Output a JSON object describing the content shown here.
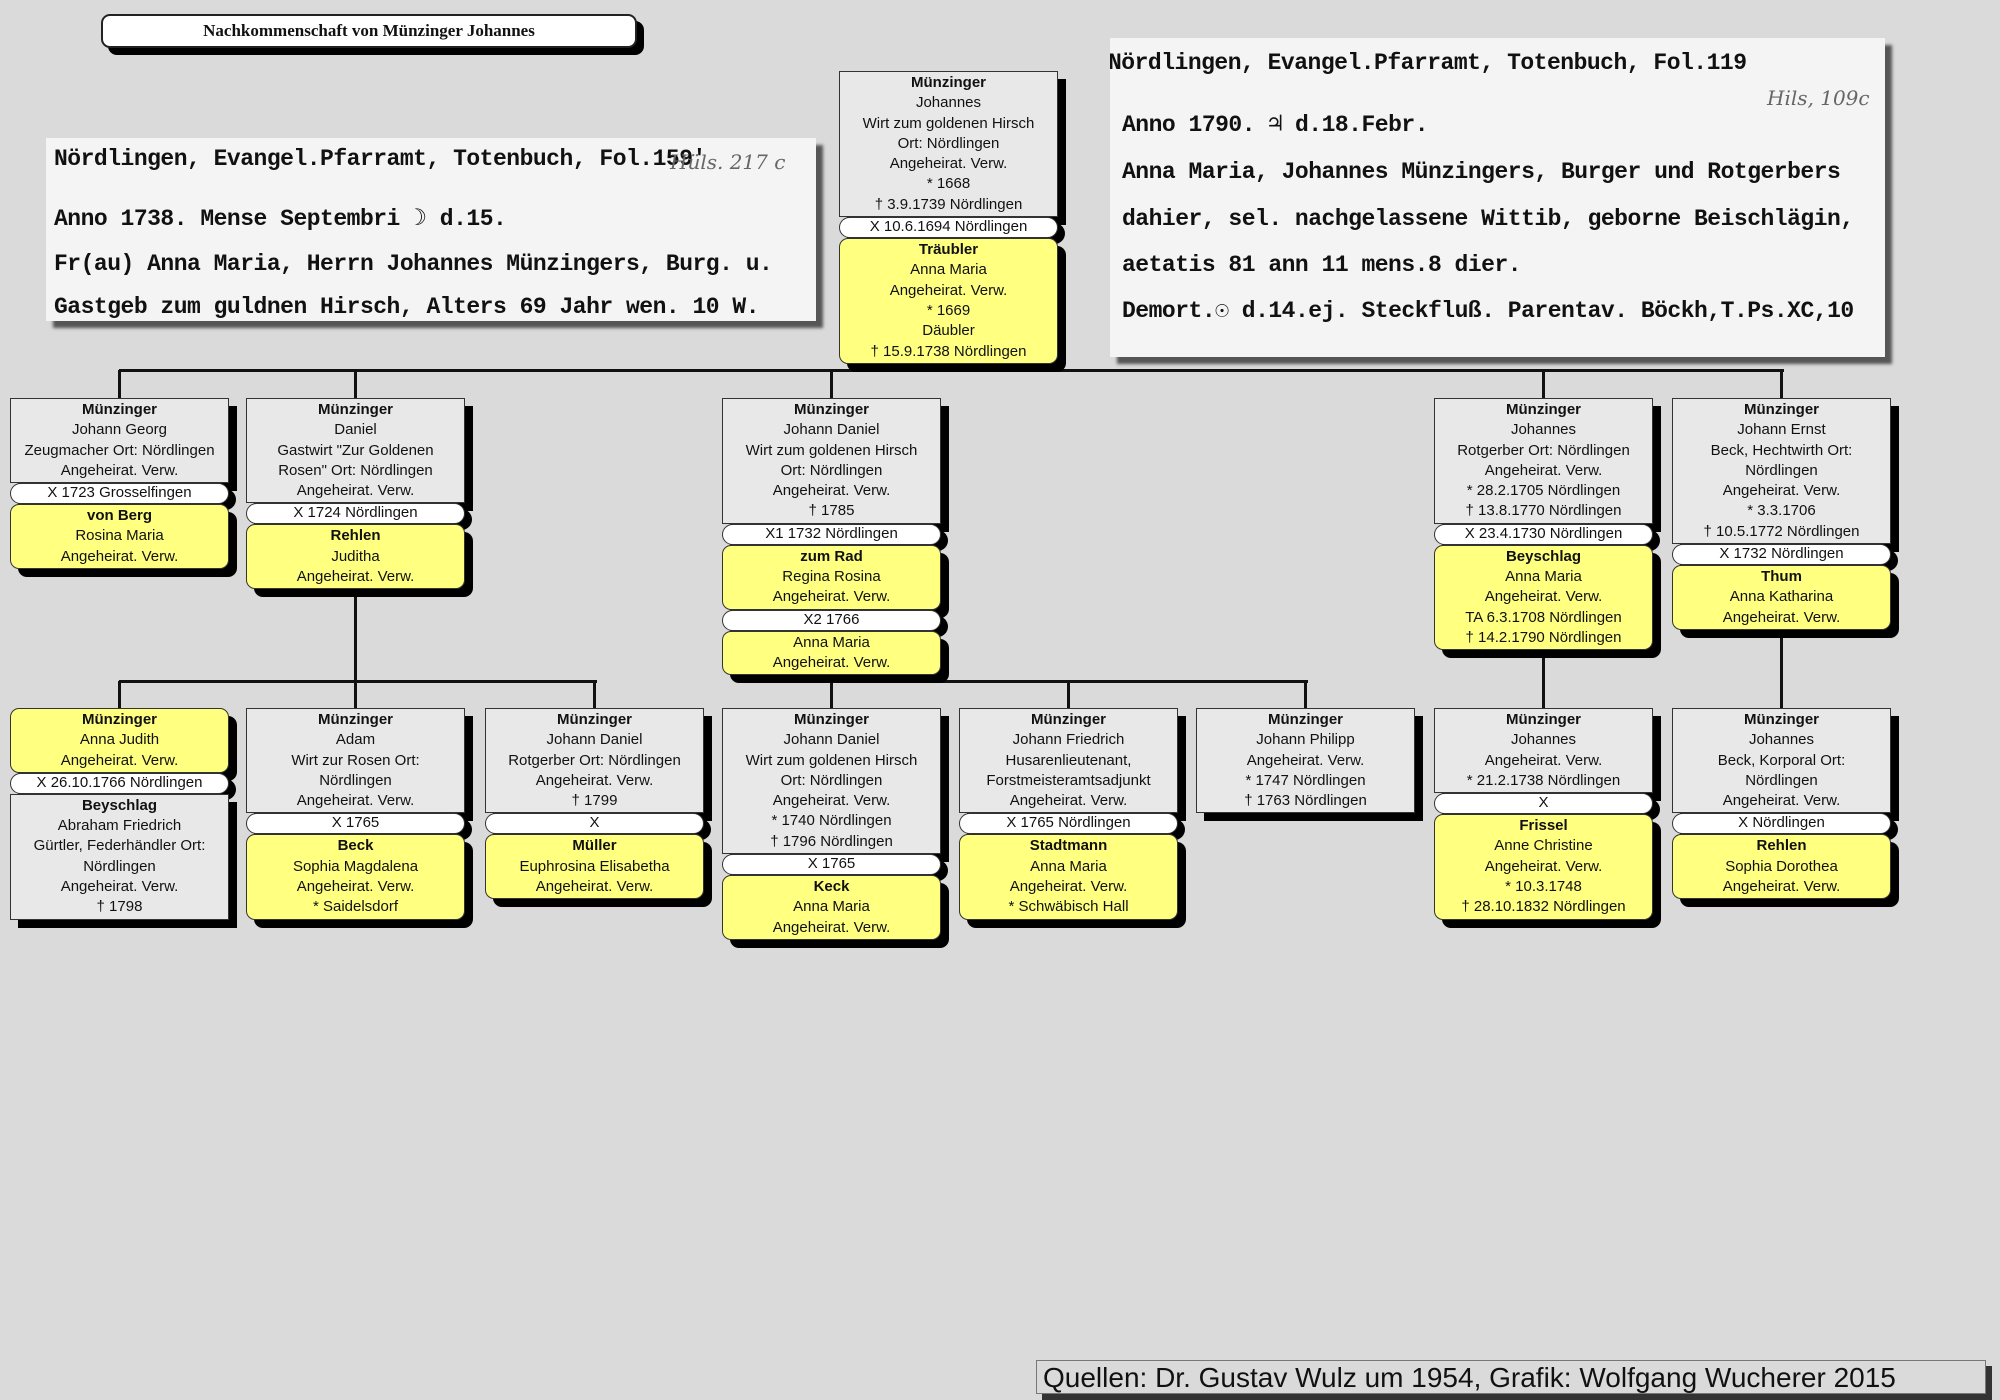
{
  "title": "Nachkommenschaft von Münzinger Johannes",
  "documents": [
    {
      "lines": [
        "Nördlingen, Evangel.Pfarramt, Totenbuch, Fol.159'",
        "Anno 1738. Mense Septembri ☽ d.15.",
        "Fr(au) Anna Maria, Herrn Johannes Münzingers, Burg. u.",
        "Gastgeb zum guldnen Hirsch, Alters 69 Jahr wen. 10 W."
      ],
      "handwritten_note": "Hüls. 217 c"
    },
    {
      "lines": [
        "Nördlingen, Evangel.Pfarramt, Totenbuch, Fol.119",
        "Anno 1790. ♃ d.18.Febr.",
        "Anna Maria, Johannes Münzingers, Burger und Rotgerbers",
        "dahier, sel. nachgelassene Wittib, geborne Beischlägin,",
        "aetatis 81 ann 11 mens.8 dier.",
        "Demort.☉ d.14.ej. Steckfluß. Parentav. Böckh,T.Ps.XC,10"
      ],
      "handwritten_note": "Hils, 109c"
    }
  ],
  "colors": {
    "male_box": "#e8e8e8",
    "female_box": "#ffff80",
    "marriage_pill": "#ffffff",
    "background": "#dadada"
  },
  "tree": {
    "root": {
      "sex": "m",
      "surname": "Münzinger",
      "lines": [
        "Johannes",
        "Wirt zum goldenen Hirsch",
        "Ort: Nördlingen",
        "Angeheirat. Verw.",
        "* 1668",
        "† 3.9.1739 Nördlingen"
      ],
      "marriages": [
        {
          "label": "X 10.6.1694 Nördlingen",
          "spouse": {
            "sex": "f",
            "surname": "Träubler",
            "lines": [
              "Anna Maria",
              "Angeheirat. Verw.",
              "* 1669",
              "Däubler",
              "† 15.9.1738 Nördlingen"
            ]
          }
        }
      ]
    },
    "children": [
      {
        "sex": "m",
        "surname": "Münzinger",
        "lines": [
          "Johann Georg",
          "Zeugmacher Ort: Nördlingen",
          "Angeheirat. Verw."
        ],
        "marriages": [
          {
            "label": "X 1723 Grosselfingen",
            "spouse": {
              "sex": "f",
              "surname": "von Berg",
              "lines": [
                "Rosina Maria",
                "Angeheirat. Verw."
              ]
            }
          }
        ]
      },
      {
        "sex": "m",
        "surname": "Münzinger",
        "lines": [
          "Daniel",
          "Gastwirt  \"Zur Goldenen",
          "Rosen\" Ort: Nördlingen",
          "Angeheirat. Verw."
        ],
        "marriages": [
          {
            "label": "X 1724 Nördlingen",
            "spouse": {
              "sex": "f",
              "surname": "Rehlen",
              "lines": [
                "Juditha",
                "Angeheirat. Verw."
              ]
            }
          }
        ]
      },
      {
        "sex": "m",
        "surname": "Münzinger",
        "lines": [
          "Johann Daniel",
          "Wirt zum goldenen Hirsch",
          "Ort: Nördlingen",
          "Angeheirat. Verw.",
          "† 1785"
        ],
        "marriages": [
          {
            "label": "X1 1732 Nördlingen",
            "spouse": {
              "sex": "f",
              "surname": "zum Rad",
              "lines": [
                "Regina Rosina",
                "Angeheirat. Verw."
              ]
            }
          },
          {
            "label": "X2 1766",
            "spouse": {
              "sex": "f",
              "surname": "",
              "lines": [
                "Anna Maria",
                "Angeheirat. Verw."
              ]
            }
          }
        ]
      },
      {
        "sex": "m",
        "surname": "Münzinger",
        "lines": [
          "Johannes",
          "Rotgerber Ort: Nördlingen",
          "Angeheirat. Verw.",
          "* 28.2.1705 Nördlingen",
          "† 13.8.1770 Nördlingen"
        ],
        "marriages": [
          {
            "label": "X 23.4.1730 Nördlingen",
            "spouse": {
              "sex": "f",
              "surname": "Beyschlag",
              "lines": [
                "Anna Maria",
                "Angeheirat. Verw.",
                "TA 6.3.1708 Nördlingen",
                "† 14.2.1790 Nördlingen"
              ]
            }
          }
        ]
      },
      {
        "sex": "m",
        "surname": "Münzinger",
        "lines": [
          "Johann Ernst",
          "Beck, Hechtwirth Ort:",
          "Nördlingen",
          "Angeheirat. Verw.",
          "* 3.3.1706",
          "† 10.5.1772 Nördlingen"
        ],
        "marriages": [
          {
            "label": "X 1732 Nördlingen",
            "spouse": {
              "sex": "f",
              "surname": "Thum",
              "lines": [
                "Anna Katharina",
                "Angeheirat. Verw."
              ]
            }
          }
        ]
      }
    ],
    "grandchildren": [
      {
        "sex": "f",
        "surname": "Münzinger",
        "lines": [
          "Anna Judith",
          "Angeheirat. Verw."
        ],
        "marriages": [
          {
            "label": "X 26.10.1766 Nördlingen",
            "spouse": {
              "sex": "m",
              "surname": "Beyschlag",
              "lines": [
                "Abraham Friedrich",
                "Gürtler, Federhändler Ort:",
                "Nördlingen",
                "Angeheirat. Verw.",
                "† 1798"
              ]
            }
          }
        ]
      },
      {
        "sex": "m",
        "surname": "Münzinger",
        "lines": [
          "Adam",
          "Wirt zur Rosen Ort:",
          "Nördlingen",
          "Angeheirat. Verw."
        ],
        "marriages": [
          {
            "label": "X 1765",
            "spouse": {
              "sex": "f",
              "surname": "Beck",
              "lines": [
                "Sophia Magdalena",
                "Angeheirat. Verw.",
                "*  Saidelsdorf"
              ]
            }
          }
        ]
      },
      {
        "sex": "m",
        "surname": "Münzinger",
        "lines": [
          "Johann Daniel",
          "Rotgerber Ort: Nördlingen",
          "Angeheirat. Verw.",
          "† 1799"
        ],
        "marriages": [
          {
            "label": "X",
            "spouse": {
              "sex": "f",
              "surname": "Müller",
              "lines": [
                "Euphrosina Elisabetha",
                "Angeheirat. Verw."
              ]
            }
          }
        ]
      },
      {
        "sex": "m",
        "surname": "Münzinger",
        "lines": [
          "Johann Daniel",
          "Wirt zum goldenen Hirsch",
          "Ort: Nördlingen",
          "Angeheirat. Verw.",
          "* 1740 Nördlingen",
          "† 1796 Nördlingen"
        ],
        "marriages": [
          {
            "label": "X 1765",
            "spouse": {
              "sex": "f",
              "surname": "Keck",
              "lines": [
                "Anna Maria",
                "Angeheirat. Verw."
              ]
            }
          }
        ]
      },
      {
        "sex": "m",
        "surname": "Münzinger",
        "lines": [
          "Johann Friedrich",
          "Husarenlieutenant,",
          "Forstmeisteramtsadjunkt",
          "Angeheirat. Verw."
        ],
        "marriages": [
          {
            "label": "X 1765 Nördlingen",
            "spouse": {
              "sex": "f",
              "surname": "Stadtmann",
              "lines": [
                "Anna Maria",
                "Angeheirat. Verw.",
                "*  Schwäbisch Hall"
              ]
            }
          }
        ]
      },
      {
        "sex": "m",
        "surname": "Münzinger",
        "lines": [
          "Johann Philipp",
          "Angeheirat. Verw.",
          "* 1747 Nördlingen",
          "† 1763 Nördlingen"
        ],
        "marriages": []
      },
      {
        "sex": "m",
        "surname": "Münzinger",
        "lines": [
          "Johannes",
          "Angeheirat. Verw.",
          "* 21.2.1738 Nördlingen"
        ],
        "marriages": [
          {
            "label": "X",
            "spouse": {
              "sex": "f",
              "surname": "Frissel",
              "lines": [
                "Anne Christine",
                "Angeheirat. Verw.",
                "* 10.3.1748",
                "† 28.10.1832 Nördlingen"
              ]
            }
          }
        ]
      },
      {
        "sex": "m",
        "surname": "Münzinger",
        "lines": [
          "Johannes",
          "Beck, Korporal Ort:",
          "Nördlingen",
          "Angeheirat. Verw."
        ],
        "marriages": [
          {
            "label": "X  Nördlingen",
            "spouse": {
              "sex": "f",
              "surname": "Rehlen",
              "lines": [
                "Sophia Dorothea",
                "Angeheirat. Verw."
              ]
            }
          }
        ]
      }
    ]
  },
  "footer": "Quellen: Dr. Gustav  Wulz um 1954, Grafik: Wolfgang Wucherer 2015"
}
